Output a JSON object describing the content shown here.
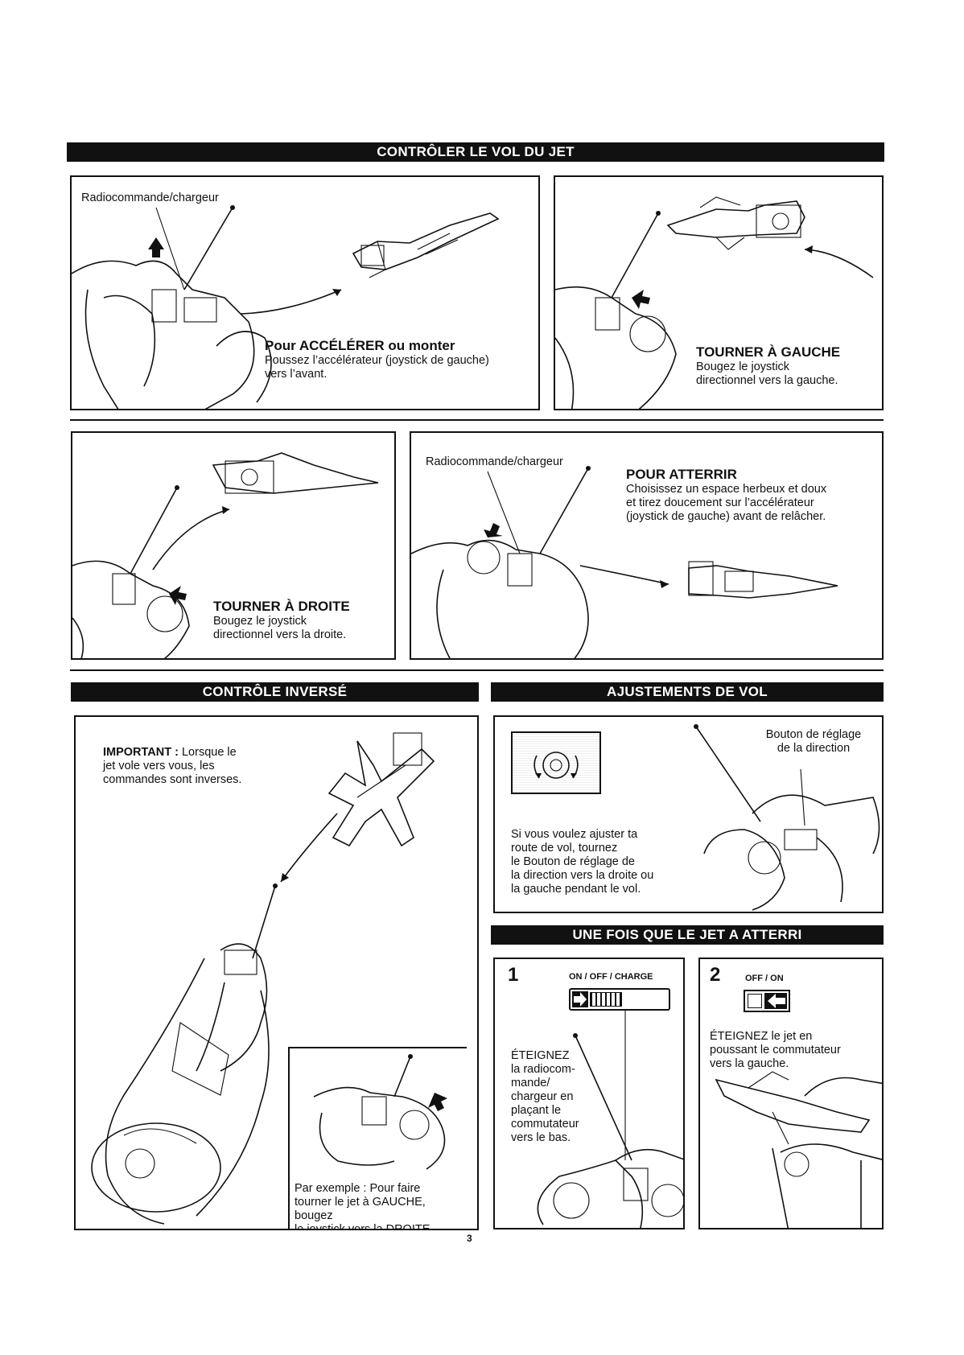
{
  "section1": {
    "title": "CONTRÔLER LE VOL DU JET",
    "panel_accelerate": {
      "label_device": "Radiocommande/chargeur",
      "heading": "Pour ACCÉLÉRER ou monter",
      "line1": "Poussez l’accélérateur (joystick de gauche)",
      "line2": "vers l’avant."
    },
    "panel_left": {
      "heading": "TOURNER À GAUCHE",
      "line1": "Bougez le joystick",
      "line2": "directionnel vers la gauche."
    },
    "panel_right": {
      "heading": "TOURNER À DROITE",
      "line1": "Bougez le joystick",
      "line2": "directionnel vers la droite."
    },
    "panel_land": {
      "label_device": "Radiocommande/chargeur",
      "heading": "POUR ATTERRIR",
      "line1": "Choisissez un espace herbeux et doux",
      "line2": "et tirez doucement sur l’accélérateur",
      "line3": "(joystick de gauche) avant de relâcher."
    }
  },
  "section2": {
    "title": "CONTRÔLE INVERSÉ",
    "important_label": "IMPORTANT :",
    "important_line1": " Lorsque le",
    "important_line2": "jet vole vers vous, les",
    "important_line3": "commandes sont inverses.",
    "example_line1": "Par exemple : Pour faire",
    "example_line2": "tourner le jet à GAUCHE, bougez",
    "example_line3": "le joystick vers la DROITE."
  },
  "section3": {
    "title": "AJUSTEMENTS DE VOL",
    "label_line1": "Bouton de réglage",
    "label_line2": "de la direction",
    "text_line1": "Si vous voulez ajuster ta",
    "text_line2": "route de vol, tournez",
    "text_line3": "le Bouton de réglage de",
    "text_line4": "la direction vers la droite ou",
    "text_line5": "la gauche pendant le vol."
  },
  "section4": {
    "title": "UNE FOIS QUE LE JET A ATTERRI",
    "step1": {
      "number": "1",
      "switch_label": "ON / OFF / CHARGE",
      "line1": "ÉTEIGNEZ",
      "line2": "la radiocom-",
      "line3": "mande/",
      "line4": "chargeur en",
      "line5": "plaçant le",
      "line6": "commutateur",
      "line7": "vers le bas."
    },
    "step2": {
      "number": "2",
      "switch_label": "OFF / ON",
      "line1": "ÉTEIGNEZ le jet en",
      "line2": "poussant le commutateur",
      "line3": "vers la gauche."
    }
  },
  "footer": {
    "page_number": "3"
  }
}
